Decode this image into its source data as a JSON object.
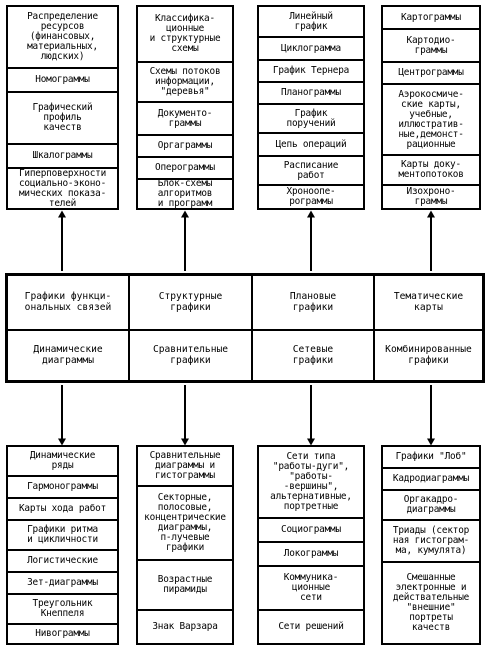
{
  "top_columns": [
    {
      "items": [
        "Распределение\nресурсов\n(финансовых,\nматериальных,\nлюдских)",
        "Номограммы",
        "Графический\nпрофиль\nкачеств",
        "Шкалограммы",
        "Гиперповерхности\nсоциально-эконо-\nмических показа-\nтелей"
      ]
    },
    {
      "items": [
        "Классифика-\nционные\nи структурные\nсхемы",
        "Схемы потоков\nинформации,\n\"деревья\"",
        "Документо-\nграммы",
        "Оргаграммы",
        "Оперограммы",
        "Блок-схемы\nалгоритмов\nи программ"
      ]
    },
    {
      "items": [
        "Линейный\nграфик",
        "Циклограмма",
        "График Тернера",
        "Планограммы",
        "График\nпоручений",
        "Цепь операций",
        "Расписание\nработ",
        "Хроноопе-\nрограммы"
      ]
    },
    {
      "items": [
        "Картограммы",
        "Картодио-\nграммы",
        "Центрограммы",
        "Аэрокосмиче-\nские карты,\nучебные,\nиллюстратив-\nные,демонст-\nрационные",
        "Карты доку-\nментопотоков",
        "Изохроно-\nграммы"
      ]
    }
  ],
  "middle": {
    "row1": [
      "Графики функци-\nональных связей",
      "Структурные\nграфики",
      "Плановые\nграфики",
      "Тематические\nкарты"
    ],
    "row2": [
      "Динамические\nдиаграммы",
      "Сравнительные\nграфики",
      "Сетевые\nграфики",
      "Комбинированные\nграфики"
    ]
  },
  "bottom_columns": [
    {
      "items": [
        "Динамические\nряды",
        "Гармонограммы",
        "Карты хода работ",
        "Графики ритма\nи цикличности",
        "Логистические",
        "Зет-диаграммы",
        "Треугольник\nКнеппеля",
        "Нивограммы"
      ]
    },
    {
      "items": [
        "Сравнительные\nдиаграммы и\nгистограммы",
        "Секторные,\nполосовые,\nконцентрические\nдиаграммы,\nп-лучевые\nграфики",
        "Возрастные\nпирамиды",
        "Знак Варзара"
      ]
    },
    {
      "items": [
        "Сети типа\n\"работы-дуги\",\n\"работы-\n-вершины\",\nальтернативные,\nпортретные",
        "Социограммы",
        "Локограммы",
        "Коммуника-\nционные\nсети",
        "Сети решений"
      ]
    },
    {
      "items": [
        "Графики \"Лоб\"",
        "Кадродиаграммы",
        "Оргакадро-\nдиаграммы",
        "Триады (сектор\nная гистограм-\nма, кумулята)",
        "Смешанные\nэлектронные и\nдействательные\n\"внешние\"\nпортреты\nкачеств"
      ]
    }
  ]
}
